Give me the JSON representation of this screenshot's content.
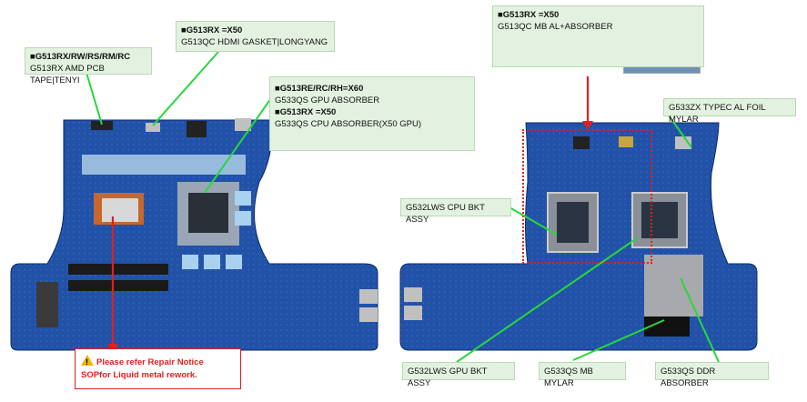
{
  "callouts": {
    "tape": {
      "bold": "G513RX/RW/RS/RM/RC",
      "line": "G513RX AMD PCB TAPE|TENYI"
    },
    "hdmi": {
      "bold": "G513RX =X50",
      "line": "G513QC HDMI GASKET|LONGYANG"
    },
    "absorber": {
      "bold1": "G513RE/RC/RH=X60",
      "line1": "G533QS GPU ABSORBER",
      "bold2": "G513RX =X50",
      "line2": "G533QS CPU ABSORBER(X50 GPU)"
    },
    "mb_al": {
      "bold": "G513RX =X50",
      "line": "G513QC MB AL+ABSORBER"
    },
    "typec": {
      "line": "G533ZX TYPEC AL FOIL MYLAR"
    },
    "cpu_bkt": {
      "line": "G532LWS CPU BKT ASSY"
    },
    "gpu_bkt": {
      "line": "G532LWS GPU BKT ASSY"
    },
    "mylar": {
      "line": "G533QS MB MYLAR"
    },
    "ddr": {
      "line": "G533QS DDR ABSORBER"
    }
  },
  "warning": {
    "icon": "warning-triangle-icon",
    "line1": "Please refer Repair Notice",
    "line2": "SOPfor Liquid metal rework."
  },
  "colors": {
    "pcb": "#1f4fa8",
    "callout_bg": "#e3f2e0",
    "leader": "#27d83a",
    "warning": "#e02020"
  }
}
